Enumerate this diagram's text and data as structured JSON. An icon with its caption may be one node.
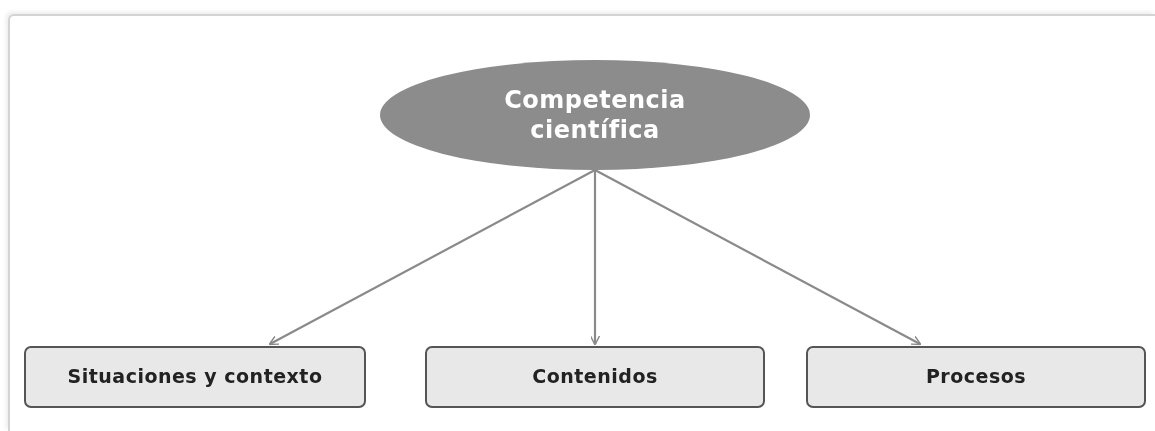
{
  "diagram": {
    "nodes": [
      {
        "text": [
          "Competencia científica"
        ]
      },
      {
        "text": [
          "Situaciones y contexto"
        ]
      },
      {
        "text": [
          "Contenidos"
        ]
      },
      {
        "text": [
          "Procesos"
        ]
      }
    ],
    "edges": [
      {
        "from": 0,
        "to": 1,
        "arrow": "to"
      },
      {
        "from": 0,
        "to": 2,
        "arrow": "to"
      },
      {
        "from": 0,
        "to": 3,
        "arrow": "to"
      }
    ]
  }
}
